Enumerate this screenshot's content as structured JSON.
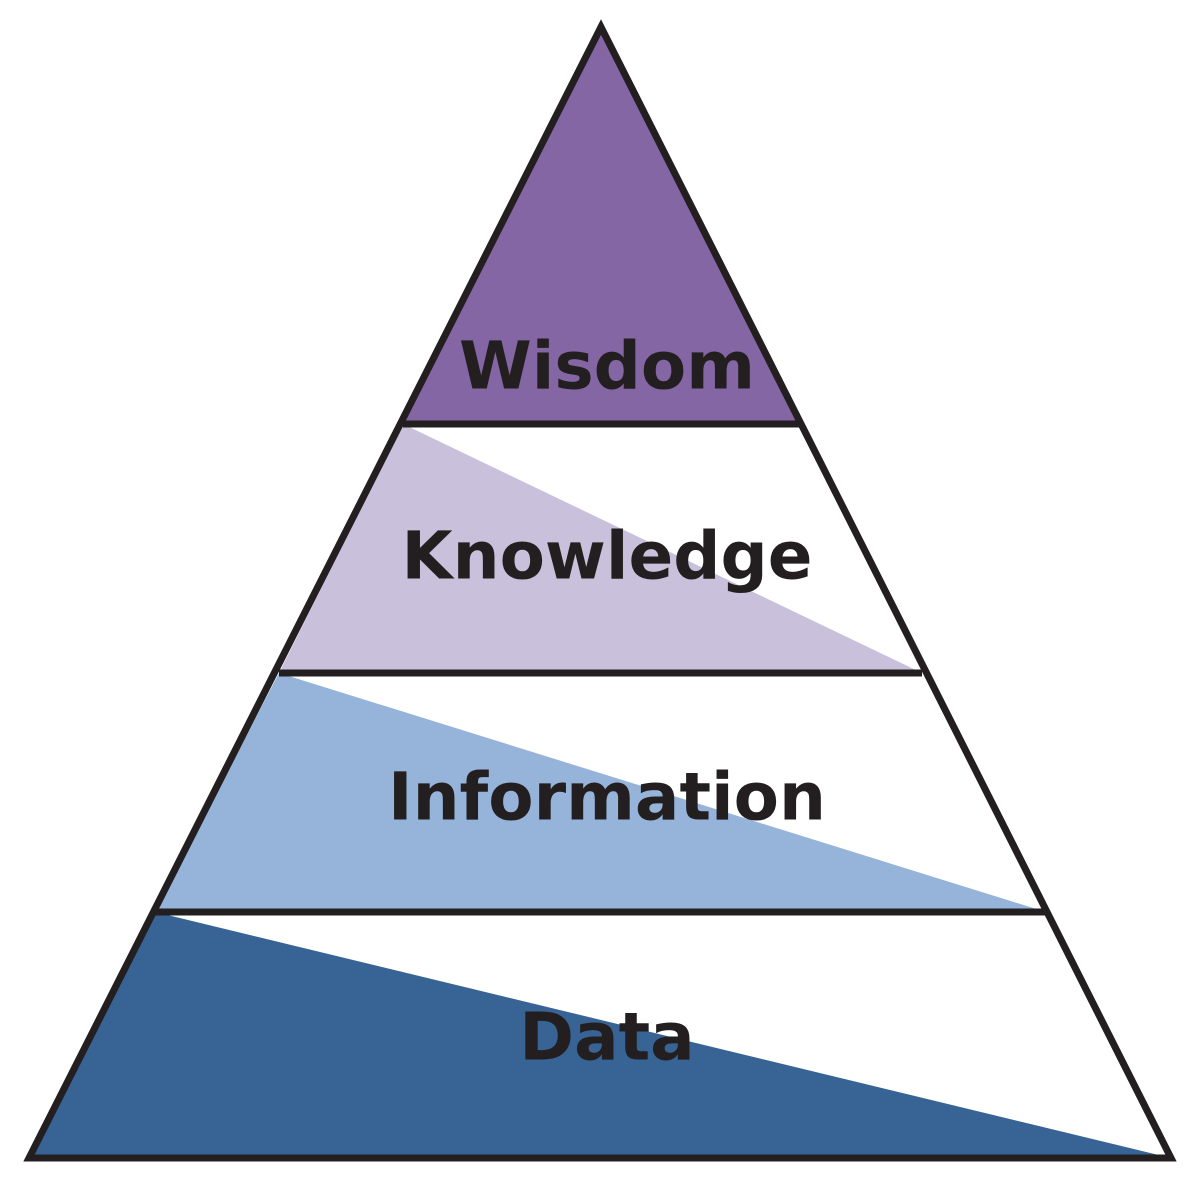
{
  "diagram": {
    "type": "pyramid",
    "tiers": [
      {
        "label": "Wisdom",
        "color": "#8366a3"
      },
      {
        "label": "Knowledge",
        "color": "#c9c1dc"
      },
      {
        "label": "Information",
        "color": "#96b4da"
      },
      {
        "label": "Data",
        "color": "#376395"
      }
    ],
    "outline_color": "#231f20"
  }
}
